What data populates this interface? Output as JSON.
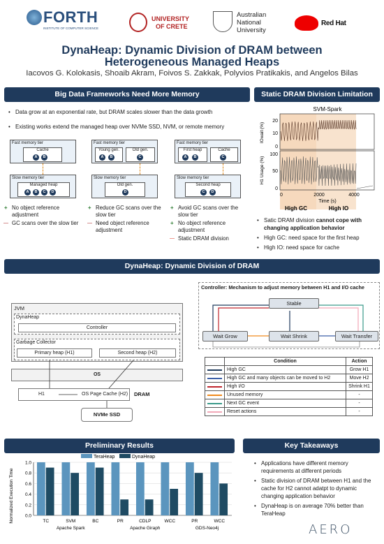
{
  "logos": {
    "forth": "FORTH",
    "forth_sub": "INSTITUTE OF COMPUTER SCIENCE",
    "uoc_line1": "UNIVERSITY",
    "uoc_line2": "OF CRETE",
    "anu_line1": "Australian",
    "anu_line2": "National",
    "anu_line3": "University",
    "redhat": "Red Hat"
  },
  "header": {
    "title_line1": "DynaHeap: Dynamic Division of DRAM between",
    "title_line2": "Heterogeneous Managed Heaps",
    "authors": "Iacovos G. Kolokasis, Shoaib Akram, Foivos S. Zakkak, Polyvios Pratikakis, and Angelos Bilas"
  },
  "big_data": {
    "heading": "Big Data Frameworks Need More Memory",
    "bullets": [
      "Data grow at an exponential rate, but DRAM scales slower than the data growth",
      "Existing works extend the managed heap over NVMe SSD, NVM, or remote memory"
    ],
    "diagrams": [
      {
        "fast_label": "Fast memory tier",
        "fast_inner": [
          "Cache"
        ],
        "fast_dots": [
          "A",
          "B"
        ],
        "slow_label": "Slow memory tier",
        "slow_inner": "Managed heap",
        "slow_dots": [
          "A",
          "B",
          "C",
          "D"
        ]
      },
      {
        "fast_label": "Fast memory tier",
        "fast_inner": [
          "Young gen.",
          "Old gen."
        ],
        "fast_dots": [
          "A",
          "B",
          "C"
        ],
        "slow_label": "Slow memory tier",
        "slow_inner": "Old gen.",
        "slow_dots": [
          "D"
        ]
      },
      {
        "fast_label": "Fast memory tier",
        "fast_inner": [
          "First heap",
          "Cache"
        ],
        "fast_dots": [
          "A",
          "B",
          "C"
        ],
        "slow_label": "Slow memory tier",
        "slow_inner": "Second heap",
        "slow_dots": [
          "C",
          "D"
        ]
      }
    ],
    "pros_cons": [
      [
        {
          "sign": "plus",
          "text": "No object reference adjustment"
        },
        {
          "sign": "minus",
          "text": "GC scans over the slow tier"
        }
      ],
      [
        {
          "sign": "plus",
          "text": "Reduce GC scans over the slow tier"
        },
        {
          "sign": "minus",
          "text": "Need object reference adjustment"
        }
      ],
      [
        {
          "sign": "plus",
          "text": "Avoid GC scans over the slow tier"
        },
        {
          "sign": "plus",
          "text": "No object reference adjustment"
        },
        {
          "sign": "minus-red",
          "text": "Static DRAM division"
        }
      ]
    ]
  },
  "static_div": {
    "heading": "Static DRAM Division Limitation",
    "chart_title": "SVM-Spark",
    "label_high_gc": "High GC",
    "label_high_io": "High IO",
    "bullet1_pre": "Satic DRAM division ",
    "bullet1_bold": "cannot cope with changing application behavior",
    "bullet2": "High GC: need space for the first heap",
    "bullet3": "High IO: need space for cache"
  },
  "dynaheap": {
    "heading": "DynaHeap: Dynamic Division of DRAM",
    "jvm": "JVM",
    "dynaheap_lbl": "DynaHeap",
    "controller": "Controller",
    "gc": "Garbage Collector",
    "primary_heap": "Primary heap (H1)",
    "second_heap": "Second heap (H2)",
    "os": "OS",
    "h1": "H1",
    "page_cache": "OS Page Cache (H2)",
    "dram": "DRAM",
    "nvme": "NVMe SSD",
    "ctrl_title": "Controller: Mechanism to adjust memory between H1 and I/O cache",
    "states": {
      "stable": "Stable",
      "wait_grow": "Wait Grow",
      "wait_shrink": "Wait Shrink",
      "wait_transfer": "Wait Transfer"
    },
    "table_head": {
      "condition": "Condition",
      "action": "Action"
    },
    "table_rows": [
      {
        "color": "#1f3a5c",
        "condition": "High GC",
        "action": "Grow H1"
      },
      {
        "color": "#3c5fa8",
        "condition": "High GC and many objects can be moved to H2",
        "action": "Move H2"
      },
      {
        "color": "#c0262d",
        "condition": "High I/O",
        "action": "Shrink H1"
      },
      {
        "color": "#f08a1c",
        "condition": "Unused memory",
        "action": "-"
      },
      {
        "color": "#3a9a8a",
        "condition": "Next GC event",
        "action": "-"
      },
      {
        "color": "#f2a8b8",
        "condition": "Reset actions",
        "action": "-"
      }
    ]
  },
  "results": {
    "heading": "Preliminary Results",
    "legend": [
      "TeraHeap",
      "DynaHeap"
    ],
    "colors": {
      "teraheap": "#5b95be",
      "dynaheap": "#1f4b63"
    }
  },
  "takeaways": {
    "heading": "Key Takeaways",
    "bullets": [
      "Applications have different memory requirements at different periods",
      "Static division of DRAM between H1 and the cache for H2 cannot adatpt to dynamic changing application behavior",
      "DynaHeap is on average 70% better than TeraHeap"
    ],
    "aero": "AERO"
  },
  "chart_data": [
    {
      "type": "line",
      "title": "SVM-Spark",
      "xlabel": "Time (s)",
      "xticks": [
        0,
        2000,
        4000
      ],
      "panels": [
        {
          "ylabel": "IOwait (%)",
          "yticks": [
            0,
            10,
            20
          ],
          "ylim": [
            0,
            25
          ]
        },
        {
          "ylabel": "H1 Usage (%)",
          "yticks": [
            0,
            50,
            100
          ],
          "ylim": [
            0,
            110
          ]
        }
      ],
      "regions": [
        {
          "label": "High GC",
          "x": [
            0,
            2000
          ]
        },
        {
          "label": "High IO",
          "x": [
            2000,
            4200
          ]
        }
      ]
    },
    {
      "type": "bar",
      "ylabel": "Normalized Execution Time",
      "ylim": [
        0,
        1.0
      ],
      "yticks": [
        0.0,
        0.2,
        0.4,
        0.6,
        0.8,
        1.0
      ],
      "categories": [
        "TC",
        "SVM",
        "BC",
        "PR",
        "CDLP",
        "WCC",
        "PR",
        "WCC"
      ],
      "groups": [
        {
          "label": "Apache Spark",
          "count": 3
        },
        {
          "label": "Apache Giraph",
          "count": 3
        },
        {
          "label": "GDS-Neo4j",
          "count": 2
        }
      ],
      "series": [
        {
          "name": "TeraHeap",
          "values": [
            1.0,
            1.0,
            1.0,
            1.0,
            1.0,
            1.0,
            1.0,
            1.0
          ]
        },
        {
          "name": "DynaHeap",
          "values": [
            0.9,
            0.8,
            0.9,
            0.3,
            0.3,
            0.5,
            0.8,
            0.6
          ]
        }
      ]
    }
  ]
}
